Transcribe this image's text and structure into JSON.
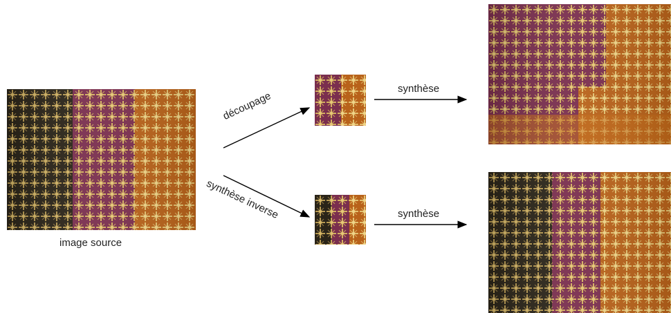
{
  "labels": {
    "source_caption": "image source",
    "crop_label": "découpage",
    "inverse_label": "synthèse inverse",
    "synth_top_label": "synthèse",
    "synth_bottom_label": "synthèse"
  },
  "colors": {
    "arrow": "#000000",
    "tex_gold": "#c8a048",
    "tex_dark": "#2a2418",
    "tex_purple": "#7a2e4e",
    "tex_orange": "#c26a18"
  }
}
